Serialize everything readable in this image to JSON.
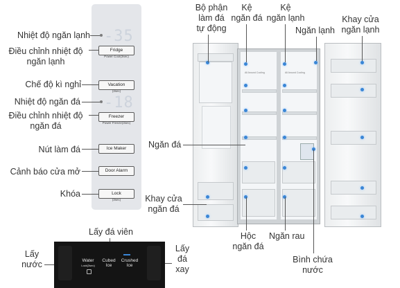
{
  "panel": {
    "fridge_temp_display": "-35",
    "freezer_temp_display": "-18",
    "buttons": [
      {
        "label": "Fridge",
        "sub": "Power Cool(3sec)"
      },
      {
        "label": "Vacation",
        "sub": "(3sec)"
      },
      {
        "label": "Freezer",
        "sub": "Power Freeze(3sec)"
      },
      {
        "label": "Ice Maker",
        "sub": ""
      },
      {
        "label": "Door Alarm",
        "sub": ""
      },
      {
        "label": "Lock",
        "sub": "(3sec)"
      }
    ]
  },
  "left_labels": {
    "fridge_temp": "Nhiệt độ ngăn lạnh",
    "fridge_adjust": [
      "Điều chỉnh nhiệt độ",
      "ngăn lạnh"
    ],
    "vacation": "Chế độ kì nghỉ",
    "freezer_temp": "Nhiệt độ ngăn đá",
    "freezer_adjust": [
      "Điều chỉnh nhiệt độ",
      "ngăn đá"
    ],
    "ice_maker": "Nút làm đá",
    "door_alarm": "Cảnh báo cửa mở",
    "lock": "Khóa"
  },
  "fridge_labels": {
    "auto_ice": [
      "Bộ phận",
      "làm đá",
      "tự động"
    ],
    "freezer_shelf": [
      "Kệ",
      "ngăn đá"
    ],
    "fridge_shelf": [
      "Kệ",
      "ngăn lạnh"
    ],
    "fridge_compartment": "Ngăn lạnh",
    "fridge_door_bin": [
      "Khay cửa",
      "ngăn lạnh"
    ],
    "freezer_compartment": "Ngăn đá",
    "freezer_door_bin": [
      "Khay cửa",
      "ngăn đá"
    ],
    "freezer_drawer": [
      "Hộc",
      "ngăn đá"
    ],
    "vegetable_drawer": "Ngăn rau",
    "water_tank": [
      "Bình chứa",
      "nước"
    ]
  },
  "dispenser_labels": {
    "cubed_ice": "Lấy đá viên",
    "water": [
      "Lấy",
      "nước"
    ],
    "crushed_ice": [
      "Lấy",
      "đá",
      "xay"
    ]
  },
  "dispenser_panel": {
    "water": "Water",
    "water_sub": "Lock(3sec)",
    "cubed": [
      "Cubed",
      "Ice"
    ],
    "crushed": [
      "Crushed",
      "Ice"
    ]
  },
  "fridge_badges": [
    "All Around Cooling",
    "All Around Cooling"
  ],
  "colors": {
    "accent_dot": "#3a86d6",
    "panel_bg": "#e4e6ea",
    "dispenser_bg": "#141414"
  }
}
